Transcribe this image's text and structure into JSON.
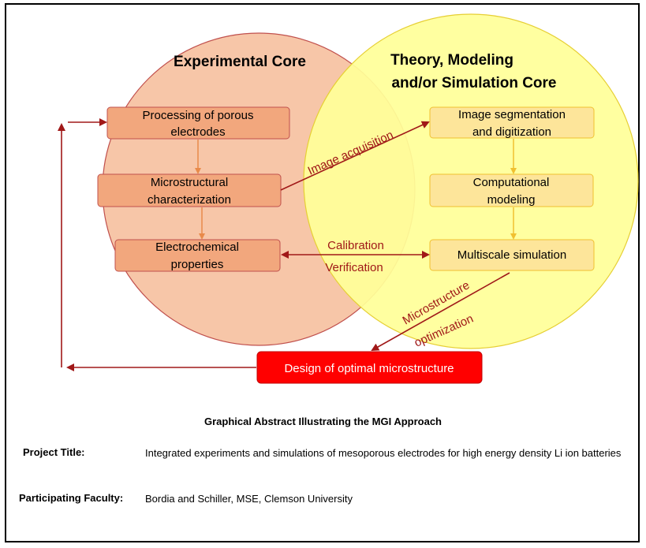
{
  "cores": {
    "experimental": {
      "title": "Experimental Core",
      "fill": "#f7c6a8",
      "stroke": "#c0504d"
    },
    "theory": {
      "title_line1": "Theory, Modeling",
      "title_line2": "and/or Simulation Core",
      "fill": "#ffff99",
      "stroke": "#e6cf33"
    }
  },
  "experimental_boxes": [
    {
      "line1": "Processing of porous",
      "line2": "electrodes"
    },
    {
      "line1": "Microstructural",
      "line2": "characterization"
    },
    {
      "line1": "Electrochemical",
      "line2": "properties"
    }
  ],
  "theory_boxes": [
    {
      "line1": "Image segmentation",
      "line2": "and digitization"
    },
    {
      "line1": "Computational",
      "line2": "modeling"
    },
    {
      "line1": "Multiscale simulation",
      "line2": ""
    }
  ],
  "design_box": {
    "label": "Design of optimal microstructure",
    "fill": "#ff0000"
  },
  "links": {
    "image_acquisition": "Image acquisition",
    "calibration": "Calibration",
    "verification": "Verification",
    "microstructure": "Microstructure",
    "optimization": "optimization"
  },
  "colors": {
    "arrow": "#a01818",
    "exp_box": "#f2a77d",
    "theory_box": "#fde59a",
    "down_arrow_exp": "#e88a4a",
    "down_arrow_theory": "#f0c030"
  },
  "caption": "Graphical Abstract Illustrating the MGI Approach",
  "info": {
    "project_title_label": "Project Title:",
    "project_title_value": "Integrated experiments and simulations of mesoporous  electrodes for high energy density Li ion batteries",
    "faculty_label": "Participating Faculty:",
    "faculty_value": "Bordia and Schiller, MSE,  Clemson University"
  }
}
